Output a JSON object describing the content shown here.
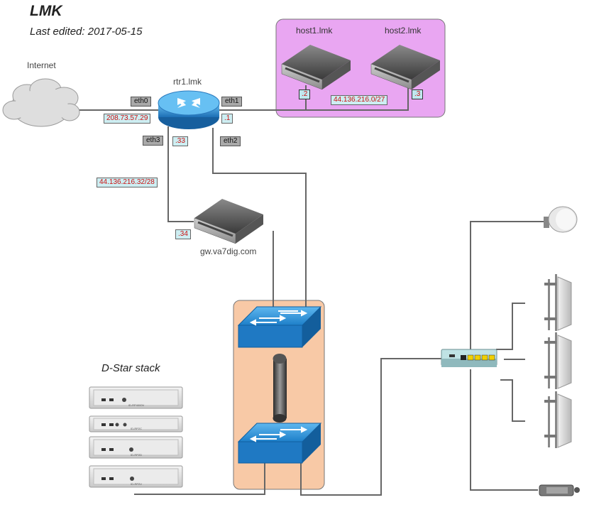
{
  "header": {
    "title": "LMK",
    "subtitle": "Last edited: 2017-05-15"
  },
  "labels": {
    "internet": "Internet",
    "router": "rtr1.lmk",
    "host1": "host1.lmk",
    "host2": "host2.lmk",
    "gateway": "gw.va7dig.com",
    "dstar": "D-Star stack"
  },
  "interfaces": {
    "eth0": "eth0",
    "eth1": "eth1",
    "eth2": "eth2",
    "eth3": "eth3"
  },
  "addresses": {
    "wan": "208.73.57.29",
    "router_eth1": ".1",
    "host1": ".2",
    "host2": ".3",
    "host_subnet": "44.136.216.0/27",
    "router_eth3": ".33",
    "gw_subnet": "44.136.216.32/28",
    "gw": ".34"
  },
  "dstar_units": [
    "ID-RP4000V",
    "ID-RP2C",
    "ID-RP2D",
    "ID-RP2V"
  ],
  "colors": {
    "host_zone": "#e9a6f2",
    "switch_zone": "#f8c9a6",
    "cable": "#666666",
    "router": "#2a8fd6",
    "switch": "#1a84cf"
  }
}
